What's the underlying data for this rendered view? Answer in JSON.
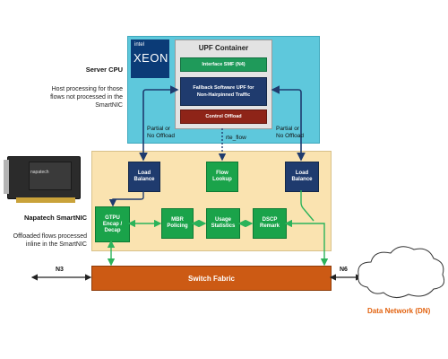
{
  "server_cpu": {
    "label": "Server CPU",
    "description": [
      "Host processing for those",
      "flows not processed in the",
      "SmartNIC"
    ]
  },
  "intel": {
    "brand": "intel",
    "product": "XEON"
  },
  "upf": {
    "title": "UPF Container",
    "interface_smf": "Interface SMF (N4)",
    "fallback_line1": "Fallback Software UPF for",
    "fallback_line2": "Non-Hairpinned Traffic",
    "control_offload": "Control Offload"
  },
  "links": {
    "partial_left": [
      "Partial or",
      "No Offload"
    ],
    "partial_right": [
      "Partial or",
      "No Offload"
    ],
    "rte_flow": "rte_flow",
    "n3": "N3",
    "n6": "N6"
  },
  "nic": {
    "label": "Napatech SmartNIC",
    "description": [
      "Offloaded flows processed",
      "inline in the SmartNIC"
    ],
    "card_brand": "napatech",
    "load_balance_left": [
      "Load",
      "Balance"
    ],
    "flow_lookup": [
      "Flow",
      "Lookup"
    ],
    "load_balance_right": [
      "Load",
      "Balance"
    ],
    "gtpu": [
      "GTPU",
      "Encap /",
      "Decap"
    ],
    "mbr": [
      "MBR",
      "Policing"
    ],
    "usage": [
      "Usage",
      "Statistics"
    ],
    "dscp": [
      "DSCP",
      "Remark"
    ]
  },
  "switch_fabric": "Switch Fabric",
  "data_network": "Data Network (DN)",
  "colors": {
    "cpu_region": "#5ec8dc",
    "nic_region": "#fae3b0",
    "green_box": "#1aa34a",
    "navy_box": "#1f3b6e",
    "fabric": "#cc5a14",
    "dn_text": "#e2620f"
  }
}
